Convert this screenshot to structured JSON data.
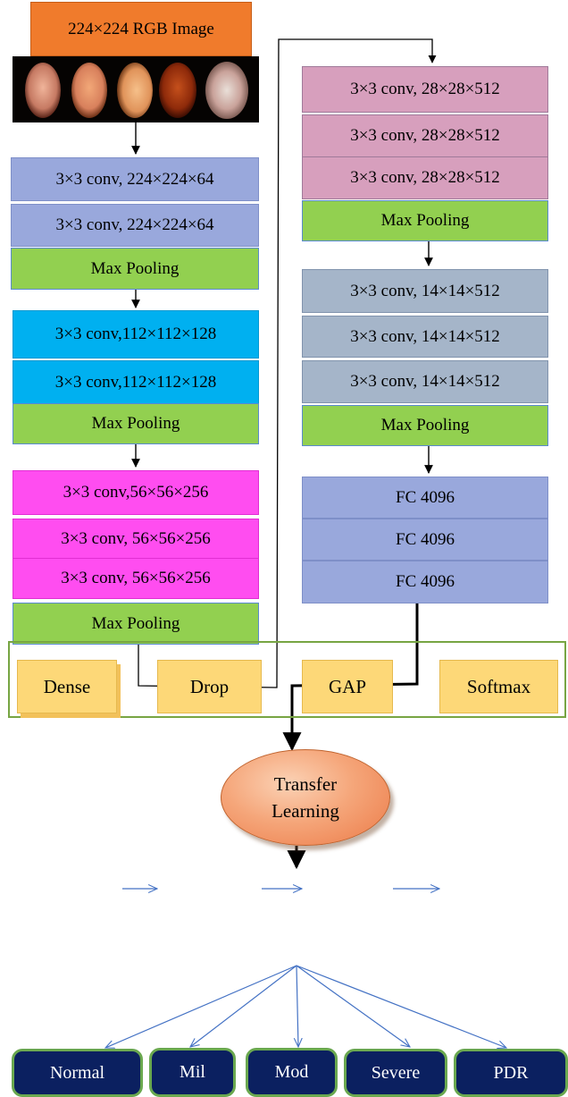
{
  "input": {
    "label": "224×224 RGB Image"
  },
  "column1": {
    "block1": [
      "3×3 conv, 224×224×64",
      "3×3 conv, 224×224×64"
    ],
    "pool1": "Max Pooling",
    "block2": [
      "3×3 conv,112×112×128",
      "3×3 conv,112×112×128"
    ],
    "pool2": "Max Pooling",
    "block3": [
      "3×3 conv,56×56×256",
      "3×3 conv, 56×56×256",
      "3×3 conv, 56×56×256"
    ],
    "pool3": "Max Pooling"
  },
  "column2": {
    "block4": [
      "3×3 conv, 28×28×512",
      "3×3 conv, 28×28×512",
      "3×3 conv, 28×28×512"
    ],
    "pool4": "Max Pooling",
    "block5": [
      "3×3 conv, 14×14×512",
      "3×3 conv, 14×14×512",
      "3×3 conv, 14×14×512"
    ],
    "pool5": "Max Pooling",
    "fc": [
      "FC 4096",
      "FC 4096",
      "FC 4096"
    ]
  },
  "transfer": {
    "line1": "Transfer",
    "line2": "Learning"
  },
  "head": [
    "Dense",
    "Drop",
    "GAP",
    "Softmax"
  ],
  "classes": [
    "Normal",
    "Mil",
    "Mod",
    "Severe",
    "PDR"
  ],
  "colors": {
    "conv_block1": "#99a8dc",
    "conv_block2": "#00b0f0",
    "conv_block3": "#ff4df0",
    "conv_block4": "#d79fbd",
    "conv_block5": "#a5b5c9",
    "pooling": "#92d050",
    "input": "#f07b2c",
    "head": "#fdd878",
    "classes": "#0b2060",
    "frame": "#77a543"
  }
}
